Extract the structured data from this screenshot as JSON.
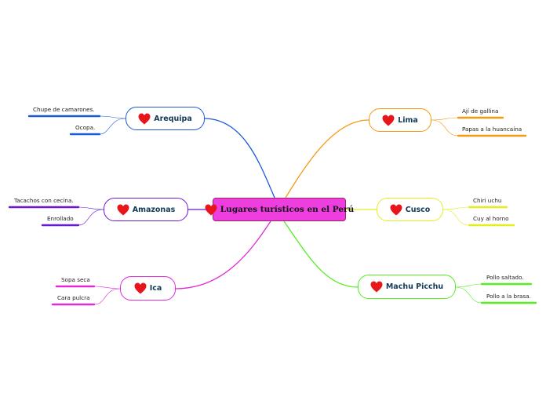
{
  "central": {
    "label": "Lugares turísticos en el Perú"
  },
  "branches": [
    {
      "id": "arequipa",
      "label": "Arequipa",
      "color": "#1a5ad9",
      "children": [
        "Chupe de camarones.",
        "Ocopa."
      ]
    },
    {
      "id": "amazonas",
      "label": "Amazonas",
      "color": "#6a17d4",
      "children": [
        "Tacachos con cecina.",
        "Enrollado"
      ]
    },
    {
      "id": "ica",
      "label": "Ica",
      "color": "#e02ad8",
      "children": [
        "Sopa seca",
        "Cara pulcra"
      ]
    },
    {
      "id": "lima",
      "label": "Lima",
      "color": "#f39a12",
      "children": [
        "Ají de gallina",
        "Papas a la huancaína"
      ]
    },
    {
      "id": "cusco",
      "label": "Cusco",
      "color": "#e4ee1c",
      "children": [
        "Chiri uchu",
        "Cuy al horno"
      ]
    },
    {
      "id": "machu-picchu",
      "label": "Machu Picchu",
      "color": "#55ee22",
      "children": [
        "Pollo saltado.",
        "Pollo a la brasa."
      ]
    }
  ],
  "icons": {
    "node_icon": "heart-icon",
    "heart_color": "#e8151b"
  }
}
